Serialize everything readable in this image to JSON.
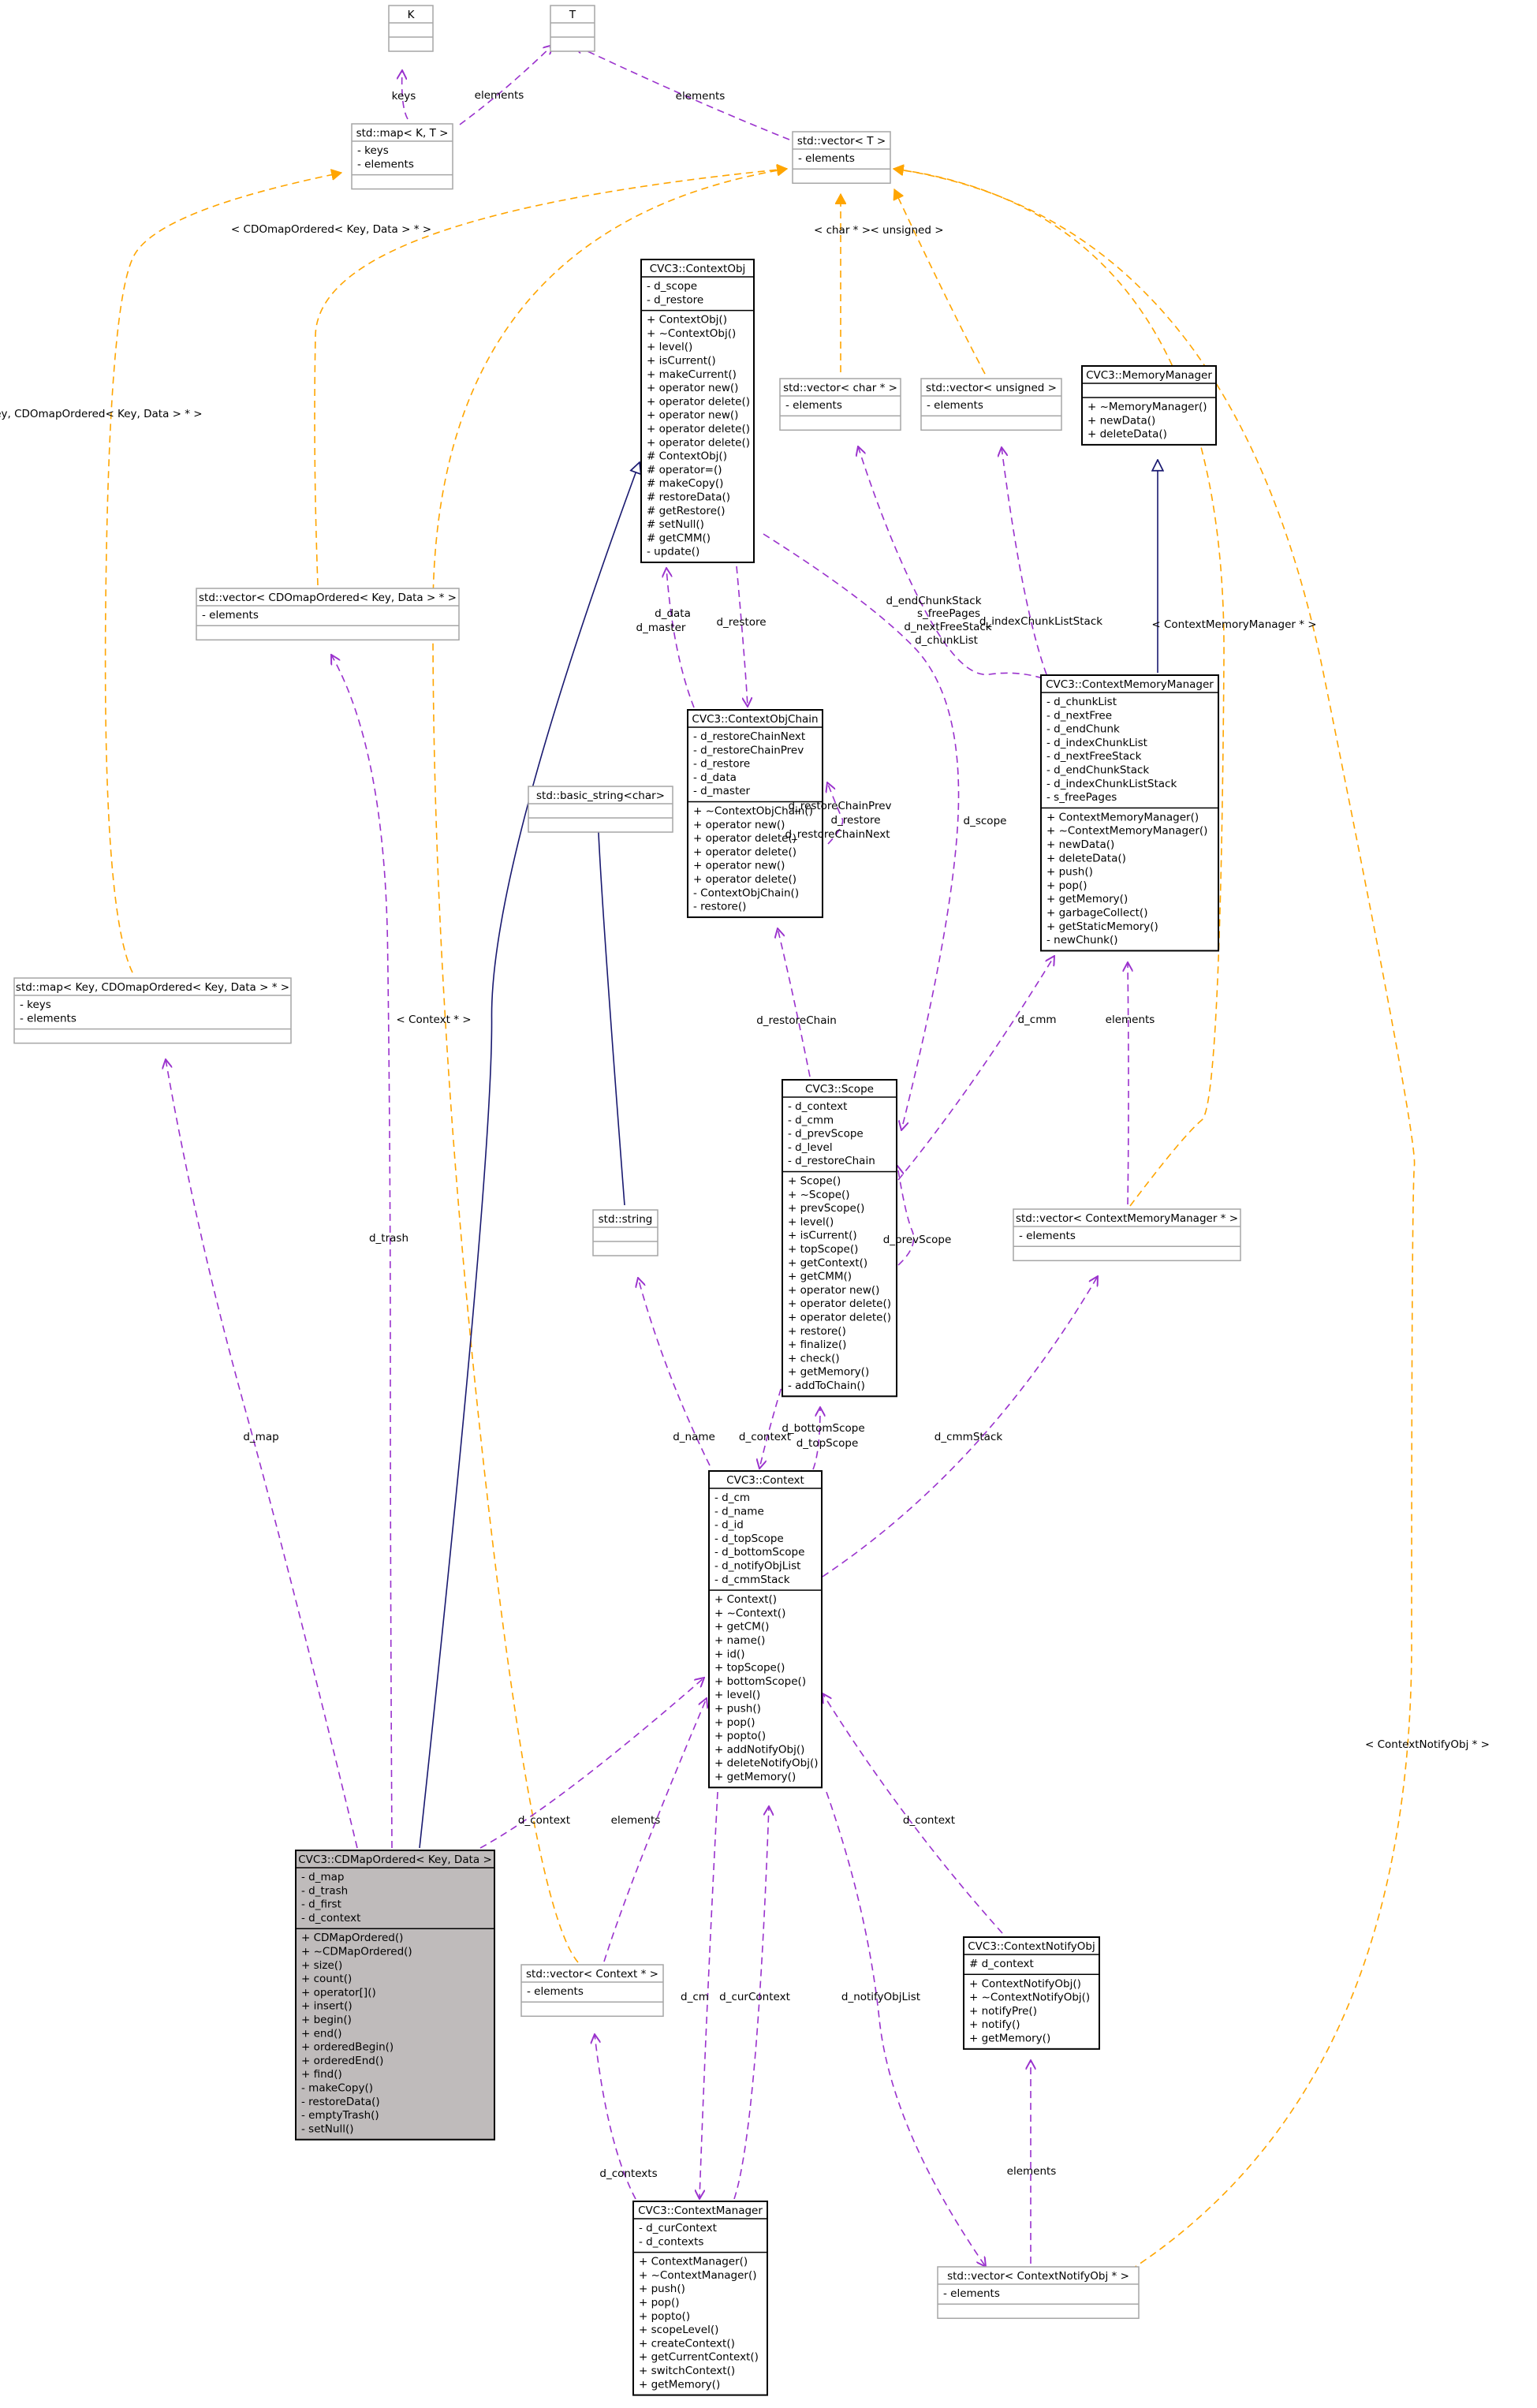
{
  "colors": {
    "usage": "#9a32cd",
    "template": "#ffa500",
    "inheritance": "#191970",
    "highlight_fill": "#bfbbbb",
    "weak_border": "#a6a6a6"
  },
  "classes": [
    {
      "id": "K",
      "name": "K",
      "attrs": [],
      "methods": []
    },
    {
      "id": "T",
      "name": "T",
      "attrs": [],
      "methods": []
    },
    {
      "id": "map_KT",
      "name": "std::map< K, T >",
      "attrs": [
        "- keys",
        "- elements"
      ],
      "methods": []
    },
    {
      "id": "vector_T",
      "name": "std::vector< T >",
      "attrs": [
        "- elements"
      ],
      "methods": []
    },
    {
      "id": "ContextObj",
      "name": "CVC3::ContextObj",
      "attrs": [
        "- d_scope",
        "- d_restore"
      ],
      "methods": [
        "+ ContextObj()",
        "+ ~ContextObj()",
        "+ level()",
        "+ isCurrent()",
        "+ makeCurrent()",
        "+ operator new()",
        "+ operator delete()",
        "+ operator new()",
        "+ operator delete()",
        "+ operator delete()",
        "# ContextObj()",
        "# operator=()",
        "# makeCopy()",
        "# restoreData()",
        "# getRestore()",
        "# setNull()",
        "# getCMM()",
        "- update()"
      ]
    },
    {
      "id": "vector_charp",
      "name": "std::vector< char * >",
      "attrs": [
        "- elements"
      ],
      "methods": []
    },
    {
      "id": "vector_unsigned",
      "name": "std::vector< unsigned >",
      "attrs": [
        "- elements"
      ],
      "methods": []
    },
    {
      "id": "MemoryManager",
      "name": "CVC3::MemoryManager",
      "attrs": [],
      "methods": [
        "+ ~MemoryManager()",
        "+ newData()",
        "+ deleteData()"
      ]
    },
    {
      "id": "vector_CDOmap",
      "name": "std::vector< CDOmapOrdered< Key, Data > * >",
      "attrs": [
        "- elements"
      ],
      "methods": []
    },
    {
      "id": "ContextObjChain",
      "name": "CVC3::ContextObjChain",
      "attrs": [
        "- d_restoreChainNext",
        "- d_restoreChainPrev",
        "- d_restore",
        "- d_data",
        "- d_master"
      ],
      "methods": [
        "+ ~ContextObjChain()",
        "+ operator new()",
        "+ operator delete()",
        "+ operator delete()",
        "+ operator new()",
        "+ operator delete()",
        "- ContextObjChain()",
        "- restore()"
      ]
    },
    {
      "id": "ContextMemoryManager",
      "name": "CVC3::ContextMemoryManager",
      "attrs": [
        "- d_chunkList",
        "- d_nextFree",
        "- d_endChunk",
        "- d_indexChunkList",
        "- d_nextFreeStack",
        "- d_endChunkStack",
        "- d_indexChunkListStack",
        "- s_freePages"
      ],
      "methods": [
        "+ ContextMemoryManager()",
        "+ ~ContextMemoryManager()",
        "+ newData()",
        "+ deleteData()",
        "+ push()",
        "+ pop()",
        "+ getMemory()",
        "+ garbageCollect()",
        "+ getStaticMemory()",
        "- newChunk()"
      ]
    },
    {
      "id": "basic_string",
      "name": "std::basic_string<char>",
      "attrs": [],
      "methods": []
    },
    {
      "id": "map_Key_CDO",
      "name": "std::map< Key, CDOmapOrdered< Key, Data > * >",
      "attrs": [
        "- keys",
        "- elements"
      ],
      "methods": []
    },
    {
      "id": "Scope",
      "name": "CVC3::Scope",
      "attrs": [
        "- d_context",
        "- d_cmm",
        "- d_prevScope",
        "- d_level",
        "- d_restoreChain"
      ],
      "methods": [
        "+ Scope()",
        "+ ~Scope()",
        "+ prevScope()",
        "+ level()",
        "+ isCurrent()",
        "+ topScope()",
        "+ getContext()",
        "+ getCMM()",
        "+ operator new()",
        "+ operator delete()",
        "+ operator delete()",
        "+ restore()",
        "+ finalize()",
        "+ check()",
        "+ getMemory()",
        "- addToChain()"
      ]
    },
    {
      "id": "string",
      "name": "std::string",
      "attrs": [],
      "methods": []
    },
    {
      "id": "vector_CMM",
      "name": "std::vector< ContextMemoryManager * >",
      "attrs": [
        "- elements"
      ],
      "methods": []
    },
    {
      "id": "Context",
      "name": "CVC3::Context",
      "attrs": [
        "- d_cm",
        "- d_name",
        "- d_id",
        "- d_topScope",
        "- d_bottomScope",
        "- d_notifyObjList",
        "- d_cmmStack"
      ],
      "methods": [
        "+ Context()",
        "+ ~Context()",
        "+ getCM()",
        "+ name()",
        "+ id()",
        "+ topScope()",
        "+ bottomScope()",
        "+ level()",
        "+ push()",
        "+ pop()",
        "+ popto()",
        "+ addNotifyObj()",
        "+ deleteNotifyObj()",
        "+ getMemory()"
      ]
    },
    {
      "id": "CDMapOrdered",
      "name": "CVC3::CDMapOrdered< Key, Data >",
      "attrs": [
        "- d_map",
        "- d_trash",
        "- d_first",
        "- d_context"
      ],
      "methods": [
        "+ CDMapOrdered()",
        "+ ~CDMapOrdered()",
        "+ size()",
        "+ count()",
        "+ operator[]()",
        "+ insert()",
        "+ begin()",
        "+ end()",
        "+ orderedBegin()",
        "+ orderedEnd()",
        "+ find()",
        "- makeCopy()",
        "- restoreData()",
        "- emptyTrash()",
        "- setNull()"
      ]
    },
    {
      "id": "vector_Context",
      "name": "std::vector< Context * >",
      "attrs": [
        "- elements"
      ],
      "methods": []
    },
    {
      "id": "ContextNotifyObj",
      "name": "CVC3::ContextNotifyObj",
      "attrs": [
        "# d_context"
      ],
      "methods": [
        "+ ContextNotifyObj()",
        "+ ~ContextNotifyObj()",
        "+ notifyPre()",
        "+ notify()",
        "+ getMemory()"
      ]
    },
    {
      "id": "ContextManager",
      "name": "CVC3::ContextManager",
      "attrs": [
        "- d_curContext",
        "- d_contexts"
      ],
      "methods": [
        "+ ContextManager()",
        "+ ~ContextManager()",
        "+ push()",
        "+ pop()",
        "+ popto()",
        "+ scopeLevel()",
        "+ createContext()",
        "+ getCurrentContext()",
        "+ switchContext()",
        "+ getMemory()"
      ]
    },
    {
      "id": "vector_CNO",
      "name": "std::vector< ContextNotifyObj * >",
      "attrs": [
        "- elements"
      ],
      "methods": []
    }
  ],
  "edges": [
    {
      "kind": "usage",
      "from": "map_KT",
      "to": "K",
      "labels": [
        "keys"
      ]
    },
    {
      "kind": "usage",
      "from": "map_KT",
      "to": "T",
      "labels": [
        "elements"
      ]
    },
    {
      "kind": "usage",
      "from": "vector_T",
      "to": "T",
      "labels": [
        "elements"
      ]
    },
    {
      "kind": "template",
      "from": "vector_CDOmap",
      "to": "vector_T",
      "labels": [
        "< CDOmapOrdered< Key, Data > * >"
      ]
    },
    {
      "kind": "template",
      "from": "map_Key_CDO",
      "to": "map_KT",
      "labels": [
        "< Key, CDOmapOrdered< Key, Data > * >"
      ]
    },
    {
      "kind": "template",
      "from": "vector_charp",
      "to": "vector_T",
      "labels": [
        "< char * >"
      ]
    },
    {
      "kind": "template",
      "from": "vector_unsigned",
      "to": "vector_T",
      "labels": [
        "< unsigned >"
      ]
    },
    {
      "kind": "template",
      "from": "vector_CMM",
      "to": "vector_T",
      "labels": [
        "< ContextMemoryManager * >"
      ]
    },
    {
      "kind": "template",
      "from": "vector_Context",
      "to": "vector_T",
      "labels": [
        "< Context * >"
      ]
    },
    {
      "kind": "template",
      "from": "vector_CNO",
      "to": "vector_T",
      "labels": [
        "< ContextNotifyObj * >"
      ]
    },
    {
      "kind": "inheritance",
      "from": "CDMapOrdered",
      "to": "ContextObj",
      "labels": []
    },
    {
      "kind": "inheritance",
      "from": "ContextMemoryManager",
      "to": "MemoryManager",
      "labels": []
    },
    {
      "kind": "inheritance",
      "from": "string",
      "to": "basic_string",
      "labels": []
    },
    {
      "kind": "usage",
      "from": "ContextObjChain",
      "to": "ContextObj",
      "labels": [
        "d_data",
        "d_master"
      ]
    },
    {
      "kind": "usage",
      "from": "ContextObj",
      "to": "ContextObjChain",
      "labels": [
        "d_restore"
      ]
    },
    {
      "kind": "usage",
      "from": "ContextObjChain",
      "to": "ContextObjChain",
      "labels": [
        "d_restoreChainPrev",
        "d_restore",
        "d_restoreChainNext"
      ]
    },
    {
      "kind": "usage",
      "from": "Scope",
      "to": "ContextObjChain",
      "labels": [
        "d_restoreChain"
      ]
    },
    {
      "kind": "usage",
      "from": "ContextObj",
      "to": "Scope",
      "labels": [
        "d_scope"
      ]
    },
    {
      "kind": "usage",
      "from": "ContextMemoryManager",
      "to": "vector_charp",
      "labels": [
        "d_endChunkStack",
        "s_freePages",
        "d_nextFreeStack",
        "d_chunkList"
      ]
    },
    {
      "kind": "usage",
      "from": "ContextMemoryManager",
      "to": "vector_unsigned",
      "labels": [
        "d_indexChunkListStack"
      ]
    },
    {
      "kind": "usage",
      "from": "Scope",
      "to": "ContextMemoryManager",
      "labels": [
        "d_cmm"
      ]
    },
    {
      "kind": "usage",
      "from": "vector_CMM",
      "to": "ContextMemoryManager",
      "labels": [
        "elements"
      ]
    },
    {
      "kind": "usage",
      "from": "Scope",
      "to": "Scope",
      "labels": [
        "d_prevScope"
      ]
    },
    {
      "kind": "usage",
      "from": "Context",
      "to": "Scope",
      "labels": [
        "d_bottomScope",
        "d_topScope"
      ]
    },
    {
      "kind": "usage",
      "from": "Scope",
      "to": "Context",
      "labels": [
        "d_context"
      ]
    },
    {
      "kind": "usage",
      "from": "Context",
      "to": "string",
      "labels": [
        "d_name"
      ]
    },
    {
      "kind": "usage",
      "from": "Context",
      "to": "vector_CMM",
      "labels": [
        "d_cmmStack"
      ]
    },
    {
      "kind": "usage",
      "from": "CDMapOrdered",
      "to": "map_Key_CDO",
      "labels": [
        "d_map"
      ]
    },
    {
      "kind": "usage",
      "from": "CDMapOrdered",
      "to": "vector_CDOmap",
      "labels": [
        "d_trash"
      ]
    },
    {
      "kind": "usage",
      "from": "CDMapOrdered",
      "to": "Context",
      "labels": [
        "d_context"
      ]
    },
    {
      "kind": "usage",
      "from": "vector_Context",
      "to": "Context",
      "labels": [
        "elements"
      ]
    },
    {
      "kind": "usage",
      "from": "ContextNotifyObj",
      "to": "Context",
      "labels": [
        "d_context"
      ]
    },
    {
      "kind": "usage",
      "from": "ContextManager",
      "to": "vector_Context",
      "labels": [
        "d_contexts"
      ]
    },
    {
      "kind": "usage",
      "from": "ContextManager",
      "to": "Context",
      "labels": [
        "d_curContext"
      ]
    },
    {
      "kind": "usage",
      "from": "Context",
      "to": "ContextManager",
      "labels": [
        "d_cm"
      ]
    },
    {
      "kind": "usage",
      "from": "Context",
      "to": "vector_CNO",
      "labels": [
        "d_notifyObjList"
      ]
    },
    {
      "kind": "usage",
      "from": "vector_CNO",
      "to": "ContextNotifyObj",
      "labels": [
        "elements"
      ]
    }
  ]
}
